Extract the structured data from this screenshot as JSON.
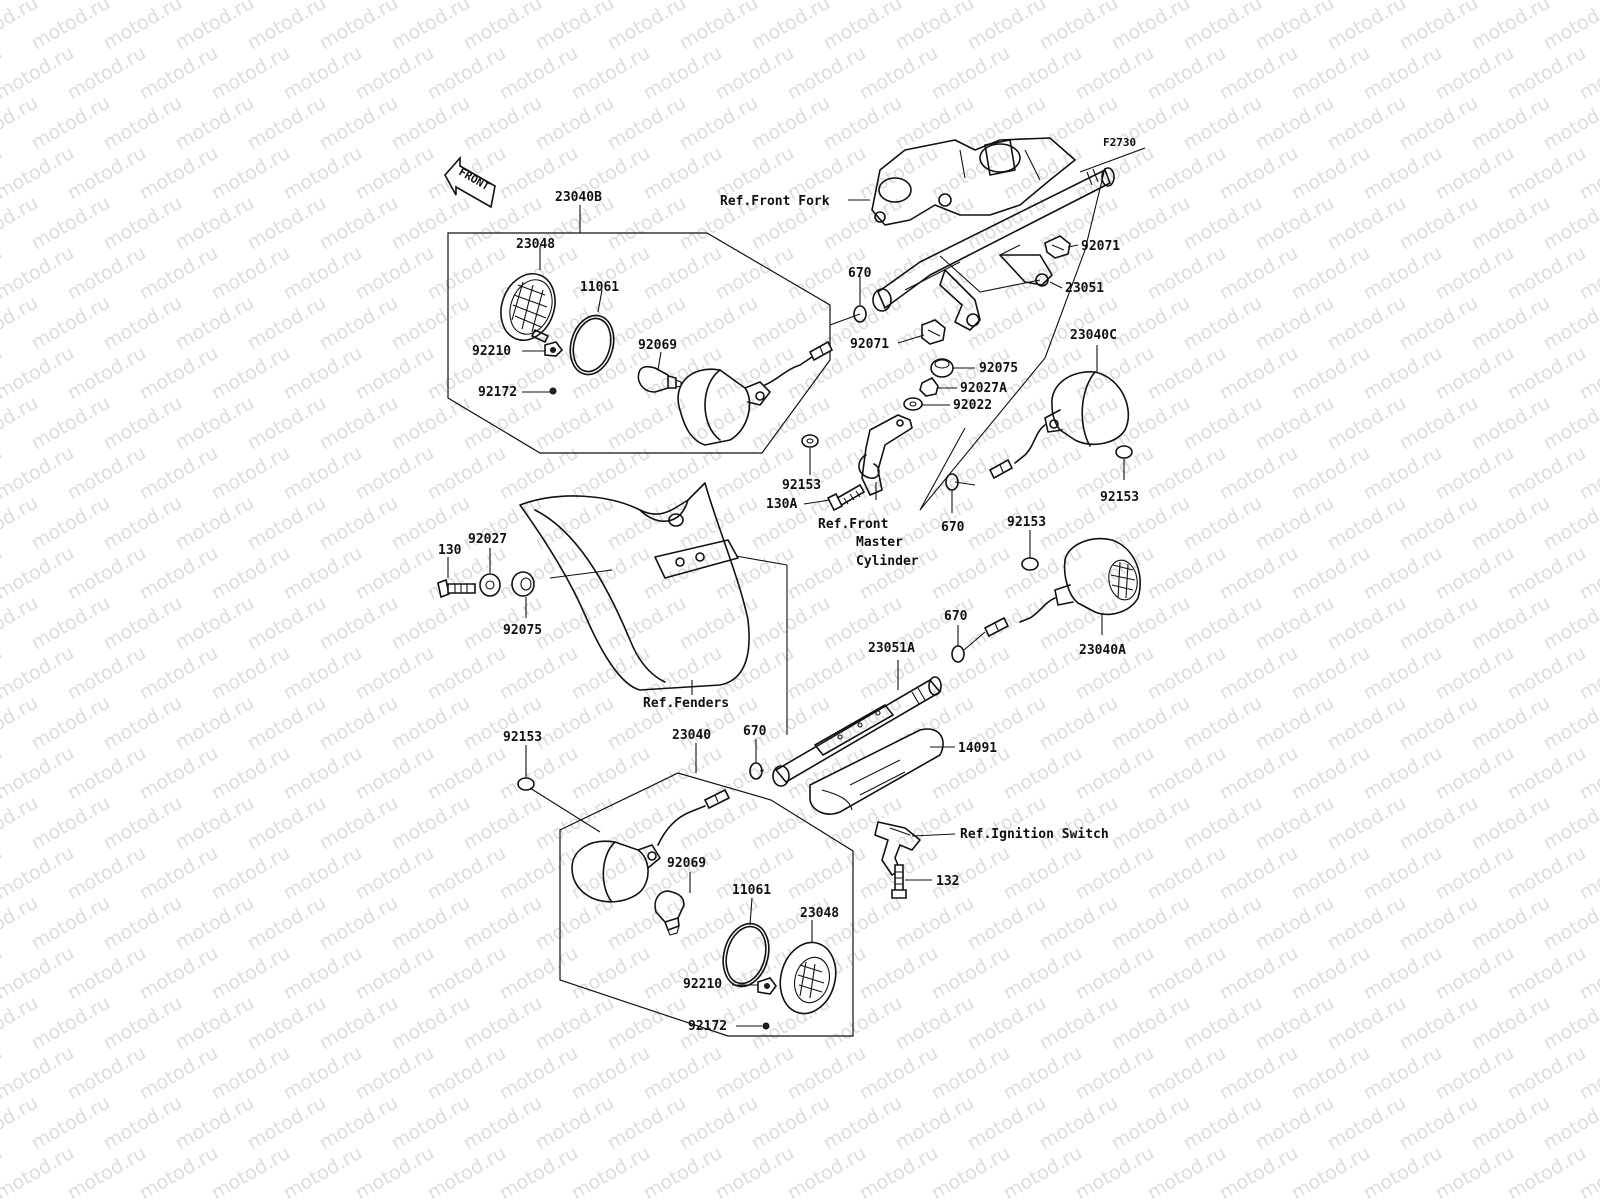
{
  "diagram": {
    "watermark": "motod.ru",
    "diagram_code": "F2730",
    "front_marker": "FRONT",
    "labels": {
      "l_23040B": "23040B",
      "l_23048_top": "23048",
      "l_11061_top": "11061",
      "l_92069_top": "92069",
      "l_92210_top": "92210",
      "l_92172_top": "92172",
      "l_ref_front_fork": "Ref.Front Fork",
      "l_670_a": "670",
      "l_92071_a": "92071",
      "l_23051": "23051",
      "l_92071_b": "92071",
      "l_92075_a": "92075",
      "l_92027A": "92027A",
      "l_92022": "92022",
      "l_23040C": "23040C",
      "l_92153_a": "92153",
      "l_130A": "130A",
      "l_ref_master_1": "Ref.Front",
      "l_ref_master_2": "Master",
      "l_ref_master_3": "Cylinder",
      "l_670_b": "670",
      "l_92153_b": "92153",
      "l_130": "130",
      "l_92027": "92027",
      "l_92075_b": "92075",
      "l_92153_c": "92153",
      "l_670_c": "670",
      "l_23040A": "23040A",
      "l_23051A": "23051A",
      "l_ref_fenders": "Ref.Fenders",
      "l_92153_d": "92153",
      "l_23040": "23040",
      "l_670_d": "670",
      "l_14091": "14091",
      "l_ref_ignition": "Ref.Ignition Switch",
      "l_132": "132",
      "l_92069_bot": "92069",
      "l_11061_bot": "11061",
      "l_23048_bot": "23048",
      "l_92210_bot": "92210",
      "l_92172_bot": "92172"
    }
  }
}
